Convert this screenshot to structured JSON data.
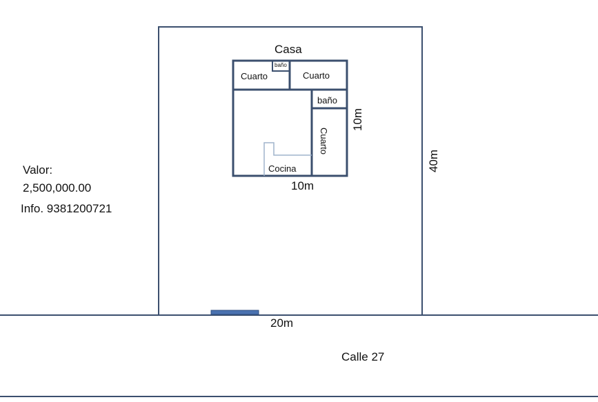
{
  "title": "Casa",
  "rooms": {
    "cuarto_top_left": "Cuarto",
    "bano_small": "baño",
    "cuarto_top_right": "Cuarto",
    "bano_right": "baño",
    "cuarto_right": "Cuarto",
    "cocina": "Cocina"
  },
  "dimensions": {
    "house_width": "10m",
    "house_depth": "10m",
    "lot_depth": "40m",
    "lot_width": "20m"
  },
  "street": "Calle 27",
  "info": {
    "value_label": "Valor:",
    "value": "2,500,000.00",
    "contact": "Info. 9381200721"
  },
  "colors": {
    "wall": "#3b4f6e",
    "gate": "#4a72b0",
    "kitchen": "#9fb4cc"
  }
}
